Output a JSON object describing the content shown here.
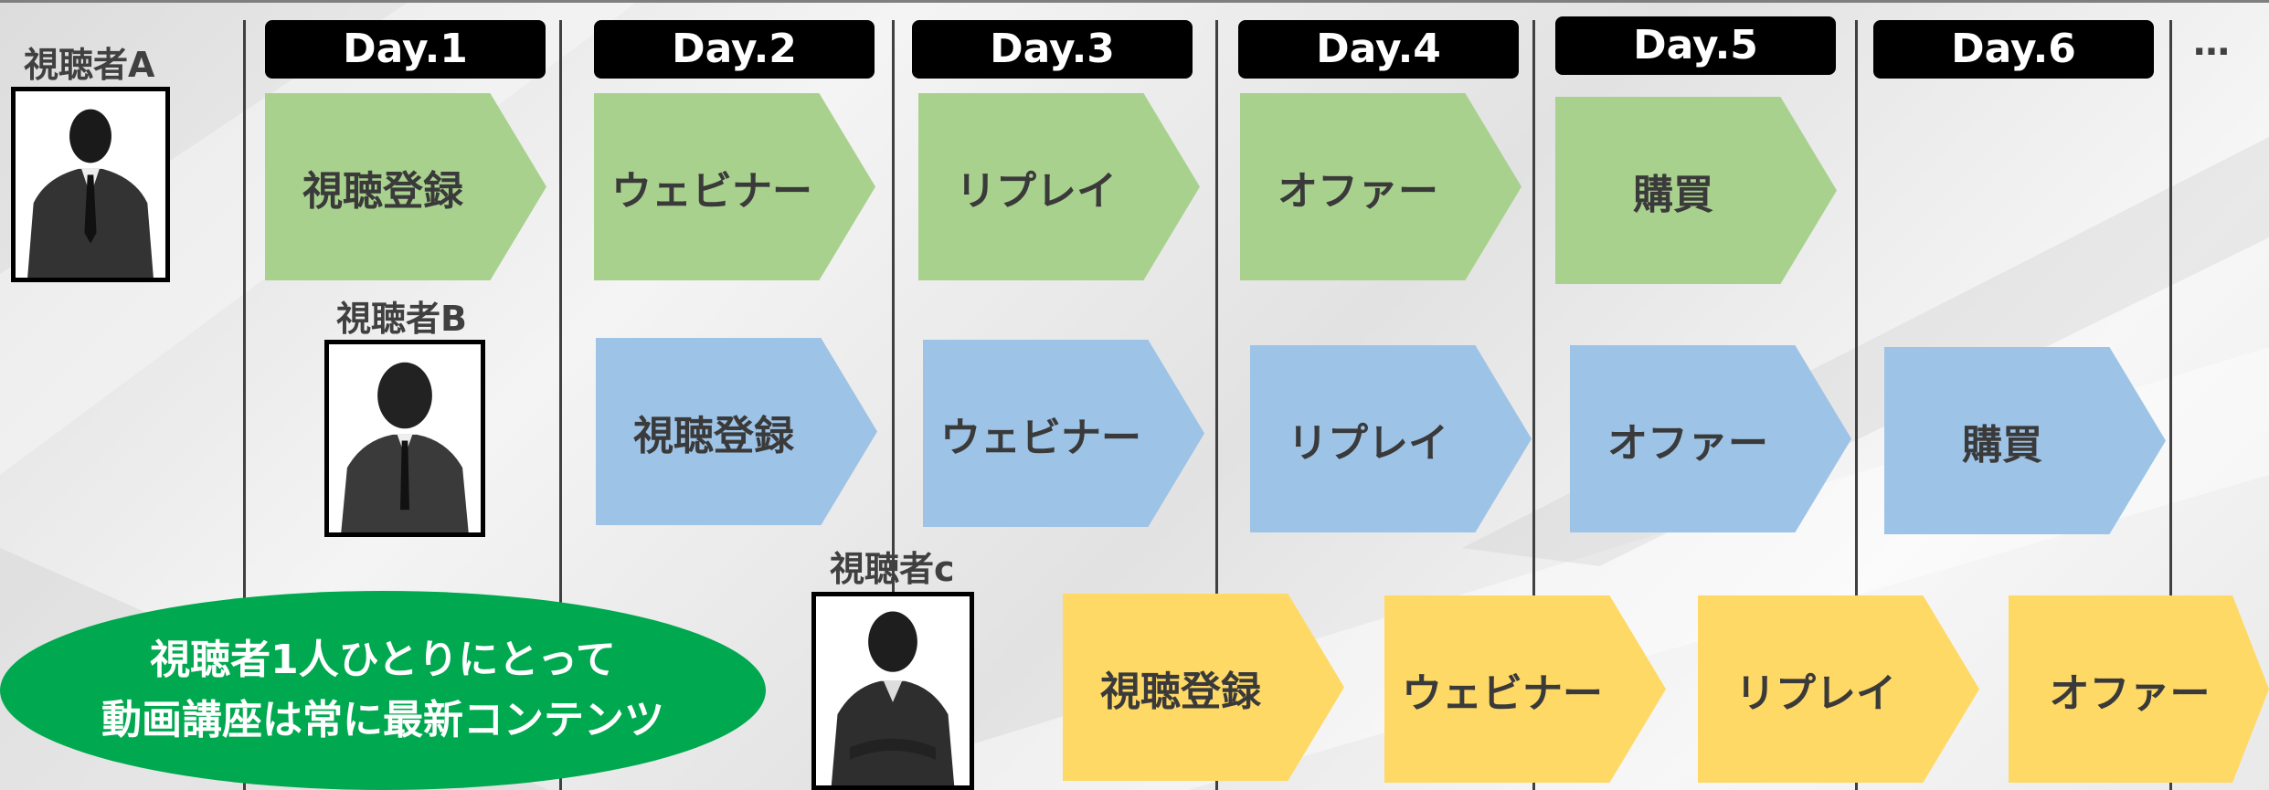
{
  "days": [
    "Day.1",
    "Day.2",
    "Day.3",
    "Day.4",
    "Day.5",
    "Day.6"
  ],
  "more_label": "…",
  "viewers": [
    {
      "label": "視聴者A",
      "steps": [
        "視聴登録",
        "ウェビナー",
        "リプレイ",
        "オファー",
        "購買"
      ]
    },
    {
      "label": "視聴者B",
      "steps": [
        "視聴登録",
        "ウェビナー",
        "リプレイ",
        "オファー",
        "購買"
      ]
    },
    {
      "label": "視聴者c",
      "steps": [
        "視聴登録",
        "ウェビナー",
        "リプレイ",
        "オファー"
      ]
    }
  ],
  "message": {
    "line1": "視聴者1人ひとりにとって",
    "line2": "動画講座は常に最新コンテンツ"
  },
  "colors": {
    "row_a": "#a9d18e",
    "row_b": "#9dc3e6",
    "row_c": "#ffd966",
    "message_bg": "#00a84f",
    "day_header": "#000000"
  }
}
